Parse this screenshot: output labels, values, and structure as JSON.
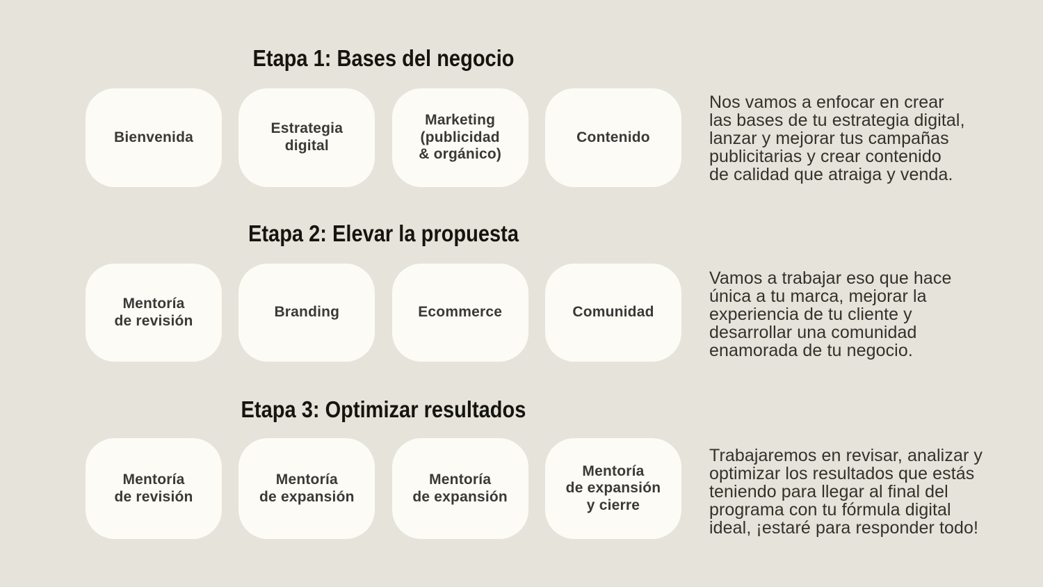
{
  "slide": {
    "stages": [
      {
        "title": "Etapa 1: Bases del negocio",
        "cards": [
          {
            "label": "Bienvenida"
          },
          {
            "label": "Estrategia\ndigital"
          },
          {
            "label": "Marketing\n(publicidad\n& orgánico)"
          },
          {
            "label": "Contenido"
          }
        ],
        "description": "Nos vamos a enfocar en crear\nlas bases de tu estrategia digital,\nlanzar y mejorar tus campañas\npublicitarias y crear contenido\nde calidad que atraiga y venda."
      },
      {
        "title": "Etapa 2: Elevar la propuesta",
        "cards": [
          {
            "label": "Mentoría\nde revisión"
          },
          {
            "label": "Branding"
          },
          {
            "label": "Ecommerce"
          },
          {
            "label": "Comunidad"
          }
        ],
        "description": "Vamos a trabajar eso que hace\núnica a tu marca, mejorar la\nexperiencia de tu cliente y\ndesarrollar una comunidad\nenamorada de tu negocio."
      },
      {
        "title": "Etapa 3: Optimizar resultados",
        "cards": [
          {
            "label": "Mentoría\nde revisión"
          },
          {
            "label": "Mentoría\nde expansión"
          },
          {
            "label": "Mentoría\nde expansión"
          },
          {
            "label": "Mentoría\nde expansión\ny cierre"
          }
        ],
        "description": "Trabajaremos en revisar, analizar y\noptimizar los resultados que estás\nteniendo para llegar al final del\nprograma con tu fórmula digital\nideal, ¡estaré para responder todo!"
      }
    ],
    "colors": {
      "background": "#e6e3db",
      "card": "#fcfbf5",
      "title_text": "#16140f",
      "card_text": "#3b3936",
      "description_text": "#34312b"
    }
  }
}
